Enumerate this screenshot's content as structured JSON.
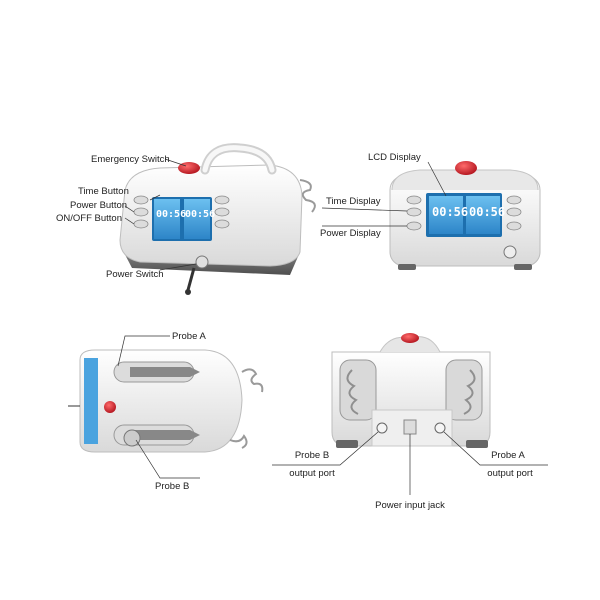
{
  "labels": {
    "emergency_switch": "Emergency Switch",
    "time_button": "Time Button",
    "power_button": "Power Button",
    "on_off_button": "ON/OFF Button",
    "power_switch": "Power Switch",
    "lcd_display": "LCD Display",
    "time_display": "Time Display",
    "power_display": "Power Display",
    "probe_a_top": "Probe A",
    "probe_b_left": "Probe B",
    "probe_b_port_line1": "Probe B",
    "probe_b_port_line2": "output port",
    "probe_a_port_line1": "Probe A",
    "probe_a_port_line2": "output port",
    "power_input_jack": "Power input jack"
  },
  "lcd": {
    "left_time": "00:56",
    "right_time": "00:56"
  },
  "colors": {
    "body": "#f2f2f2",
    "lcd_blue": "#4aa3df",
    "lcd_dark": "#1d6fae",
    "red_button": "#d81e2a",
    "outline": "#8a8a8a"
  }
}
